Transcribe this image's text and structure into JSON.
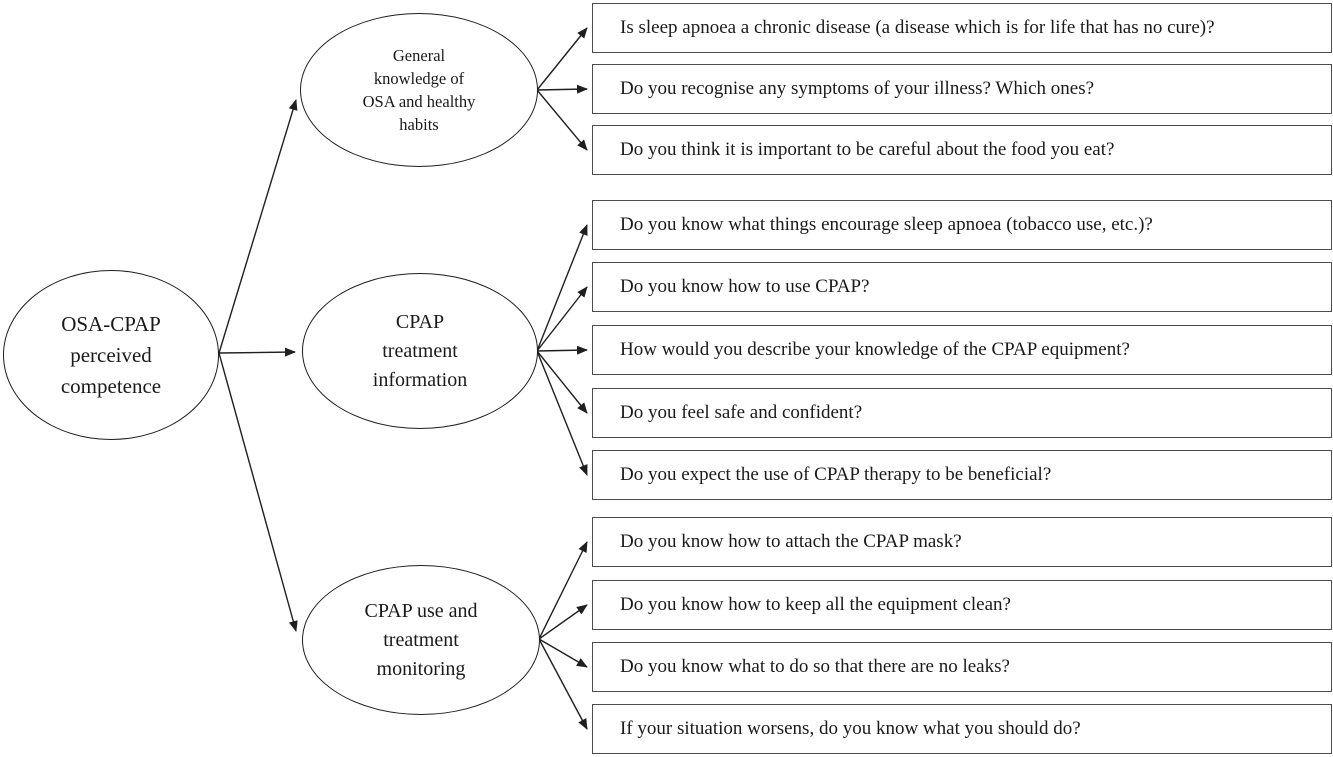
{
  "figure": {
    "type": "concept-map",
    "colors": {
      "background": "#ffffff",
      "line": "#1f1f1f",
      "box_border": "#4d4d4d",
      "text": "#1a1a1a"
    },
    "root": {
      "label": "OSA-CPAP perceived competence",
      "label_lines": [
        "OSA-CPAP",
        "perceived",
        "competence"
      ]
    },
    "categories": [
      {
        "label": "General knowledge of OSA and healthy habits",
        "label_lines": [
          "General",
          "knowledge of",
          "OSA and healthy",
          "habits"
        ],
        "questions": [
          "Is sleep apnoea a chronic disease (a disease which is for life that has no cure)?",
          "Do you recognise any symptoms of your illness? Which ones?",
          "Do you think it is important to be careful about the food you eat?"
        ]
      },
      {
        "label": "CPAP treatment information",
        "label_lines": [
          "CPAP",
          "treatment",
          "information"
        ],
        "questions": [
          "Do you know what things encourage sleep apnoea (tobacco use, etc.)?",
          "Do you know how to use CPAP?",
          "How would you describe your knowledge of the CPAP equipment?",
          "Do you feel safe and confident?",
          "Do you expect the use of CPAP therapy to be beneficial?"
        ]
      },
      {
        "label": "CPAP use and treatment monitoring",
        "label_lines": [
          "CPAP use and",
          "treatment",
          "monitoring"
        ],
        "questions": [
          "Do you know how to attach the CPAP mask?",
          "Do you know how to keep all the equipment clean?",
          "Do you know what to do so that there are no leaks?",
          "If your situation worsens, do you know what you should do?"
        ]
      }
    ]
  }
}
